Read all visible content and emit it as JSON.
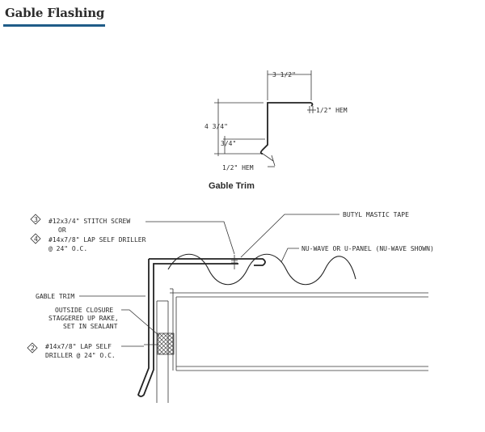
{
  "page": {
    "title": "Gable Flashing"
  },
  "trim_profile": {
    "caption": "Gable Trim",
    "dim_top": "3 1/2\"",
    "dim_height": "4 3/4\"",
    "dim_kick": "3/4\"",
    "dim_top_hem": "1/2\" HEM",
    "dim_bottom_hem": "1/2\" HEM"
  },
  "section": {
    "stitch_screw_tag": "3",
    "stitch_screw": "#12x3/4\" STITCH SCREW",
    "or": "OR",
    "lap_driller_tag": "4",
    "lap_driller": "#14x7/8\" LAP SELF DRILLER",
    "lap_driller_spacing": "@ 24\" O.C.",
    "butyl_tape": "BUTYL MASTIC TAPE",
    "panel": "NU-WAVE OR U-PANEL (NU-WAVE SHOWN)",
    "gable_trim": "GABLE TRIM",
    "closure_line1": "OUTSIDE CLOSURE",
    "closure_line2": "STAGGERED UP RAKE,",
    "closure_line3": "SET IN SEALANT",
    "driller2_tag": "2",
    "driller2_line1": "#14x7/8\" LAP SELF",
    "driller2_line2": "DRILLER @ 24\" O.C."
  }
}
